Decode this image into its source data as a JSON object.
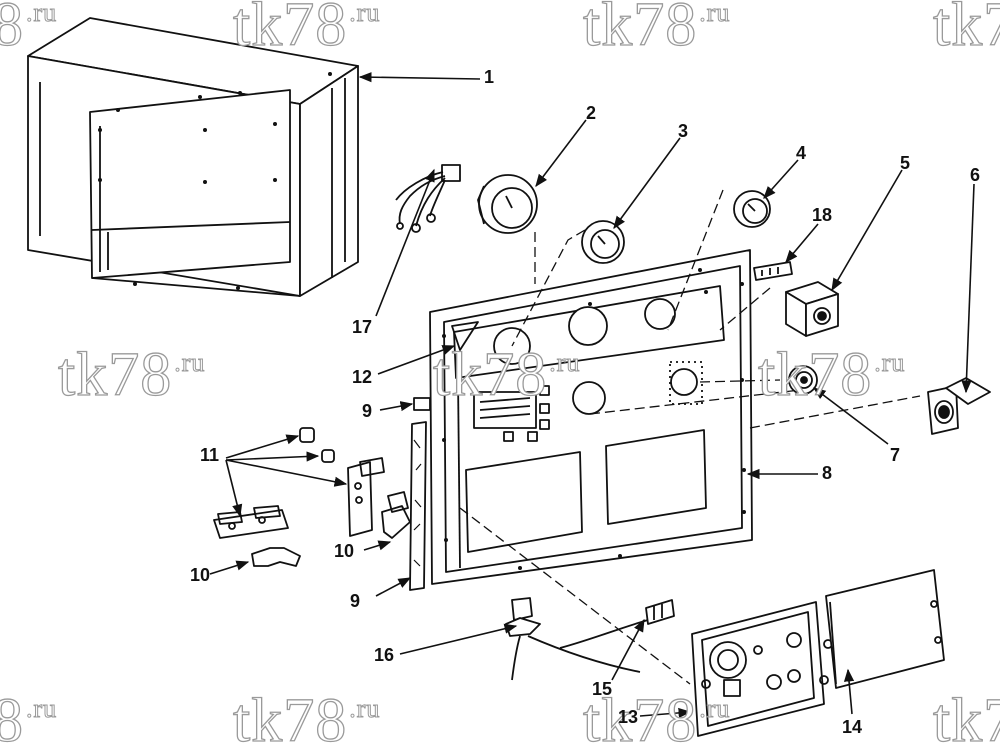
{
  "watermark": {
    "text": "tk78",
    "suffix": ".ru",
    "partial_text": "8"
  },
  "callouts": [
    "1",
    "2",
    "3",
    "4",
    "5",
    "6",
    "7",
    "8",
    "9",
    "9",
    "10",
    "10",
    "11",
    "12",
    "13",
    "14",
    "15",
    "16",
    "17",
    "18"
  ],
  "colors": {
    "line": "#111111",
    "watermark": "#9a9a9a",
    "background": "#ffffff"
  }
}
